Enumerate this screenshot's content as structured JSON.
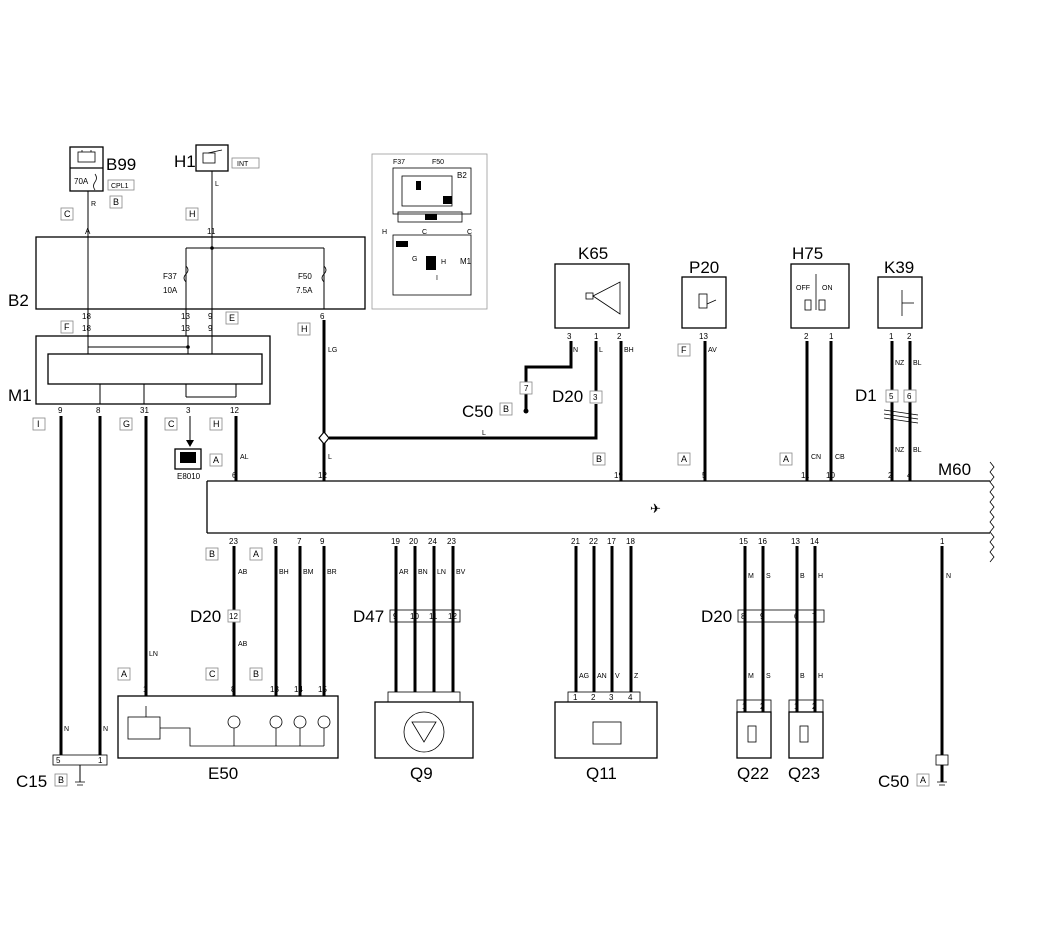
{
  "components": {
    "B99": "B99",
    "H1": "H1",
    "B2": "B2",
    "M1": "M1",
    "K65": "K65",
    "P20": "P20",
    "H75": "H75",
    "K39": "K39",
    "D1": "D1",
    "D20_top": "D20",
    "C50_top": "C50",
    "M60": "M60",
    "D20_left": "D20",
    "D47": "D47",
    "D20_right": "D20",
    "E50": "E50",
    "Q9": "Q9",
    "Q11": "Q11",
    "Q22": "Q22",
    "Q23": "Q23",
    "C15": "C15",
    "C50_bottom": "C50",
    "E8010": "E8010"
  },
  "tags": {
    "cpl1": "CPL1",
    "int": "INT",
    "off": "OFF",
    "on": "ON"
  },
  "fuses": {
    "b99_rating": "70A",
    "f37": "F37",
    "f37_rating": "10A",
    "f50": "F50",
    "f50_rating": "7.5A"
  },
  "inset": {
    "f37": "F37",
    "f50": "F50",
    "b2": "B2",
    "m1": "M1",
    "h": "H",
    "c": "C",
    "g": "G",
    "i": "I"
  },
  "letters": {
    "C": "C",
    "B": "B",
    "H": "H",
    "F": "F",
    "E": "E",
    "I": "I",
    "G": "G",
    "A": "A"
  },
  "pins": {
    "A": "A",
    "11": "11",
    "18": "18",
    "13": "13",
    "9": "9",
    "6": "6",
    "8": "8",
    "31": "31",
    "3": "3",
    "12": "12",
    "1": "1",
    "2": "2",
    "7": "7",
    "19": "19",
    "5": "5",
    "10": "10",
    "4": "4",
    "23": "23",
    "14": "14",
    "20": "20",
    "24": "24",
    "21": "21",
    "22": "22",
    "17": "17",
    "15": "15",
    "16": "16"
  },
  "wire_codes": {
    "R": "R",
    "L": "L",
    "LG": "LG",
    "N": "N",
    "BH": "BH",
    "AV": "AV",
    "CN": "CN",
    "CB": "CB",
    "NZ": "NZ",
    "BL": "BL",
    "AL": "AL",
    "AB": "AB",
    "BM": "BM",
    "BR": "BR",
    "AR": "AR",
    "BN": "BN",
    "LN": "LN",
    "BV": "BV",
    "AG": "AG",
    "AN": "AN",
    "V": "V",
    "Z": "Z",
    "M": "M",
    "S": "S",
    "B": "B",
    "H": "H"
  }
}
